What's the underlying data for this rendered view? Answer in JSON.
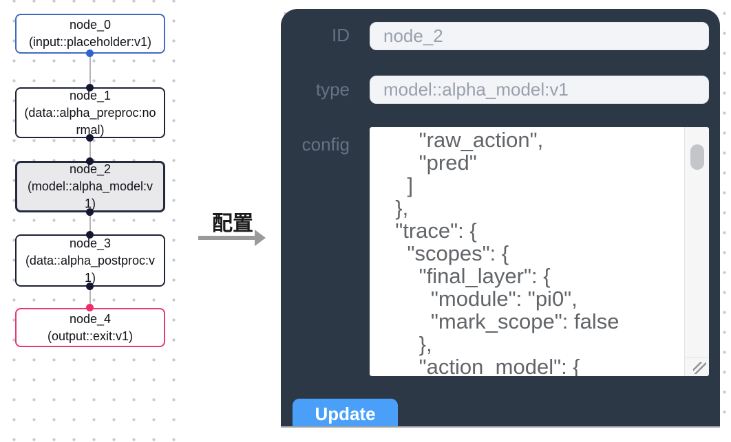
{
  "canvas": {
    "nodes": [
      {
        "title": "node_0",
        "subtitle": "(input::placeholder:v1)",
        "kind": "input",
        "state": "normal"
      },
      {
        "title": "node_1",
        "subtitle": "(data::alpha_preproc:normal)",
        "kind": "data",
        "state": "normal"
      },
      {
        "title": "node_2",
        "subtitle": "(model::alpha_model:v1)",
        "kind": "model",
        "state": "selected"
      },
      {
        "title": "node_3",
        "subtitle": "(data::alpha_postproc:v1)",
        "kind": "data",
        "state": "normal"
      },
      {
        "title": "node_4",
        "subtitle": "(output::exit:v1)",
        "kind": "output",
        "state": "normal"
      }
    ]
  },
  "transition": {
    "label": "配置"
  },
  "panel": {
    "id_label": "ID",
    "id_value": "node_2",
    "type_label": "type",
    "type_value": "model::alpha_model:v1",
    "config_label": "config",
    "config_value": "      \"raw_action\",\n      \"pred\"\n    ]\n  },\n  \"trace\": {\n    \"scopes\": {\n      \"final_layer\": {\n        \"module\": \"pi0\",\n        \"mark_scope\": false\n      },\n      \"action_model\": {",
    "update_label": "Update"
  },
  "colors": {
    "panel_bg": "#2d3847",
    "button_blue": "#4aa0f8",
    "input_node_border": "#3f6ac1",
    "output_node_border": "#e73a72",
    "selected_node_bg": "#e9e9eb",
    "default_node_border": "#1d2235",
    "port_dark": "#131830",
    "port_blue": "#2e64cf",
    "port_pink": "#ef2c6d",
    "grid_dot": "#c6cad0"
  }
}
